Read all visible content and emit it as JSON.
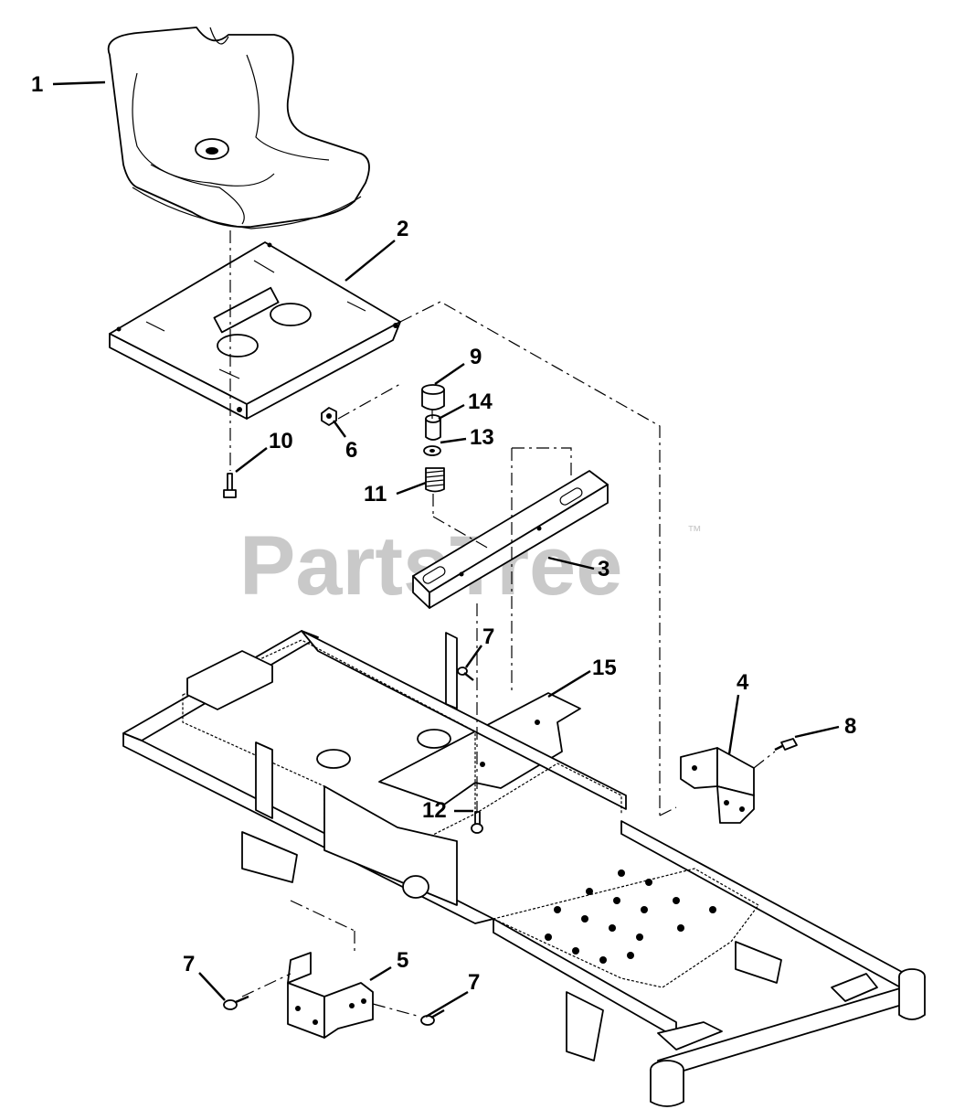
{
  "watermark": {
    "text": "PartsTree",
    "trademark": "™"
  },
  "callouts": [
    {
      "id": "c1",
      "label": "1"
    },
    {
      "id": "c2",
      "label": "2"
    },
    {
      "id": "c9",
      "label": "9"
    },
    {
      "id": "c14",
      "label": "14"
    },
    {
      "id": "c13",
      "label": "13"
    },
    {
      "id": "c10",
      "label": "10"
    },
    {
      "id": "c6",
      "label": "6"
    },
    {
      "id": "c11",
      "label": "11"
    },
    {
      "id": "c3",
      "label": "3"
    },
    {
      "id": "c7a",
      "label": "7"
    },
    {
      "id": "c15",
      "label": "15"
    },
    {
      "id": "c4",
      "label": "4"
    },
    {
      "id": "c8",
      "label": "8"
    },
    {
      "id": "c12",
      "label": "12"
    },
    {
      "id": "c7b",
      "label": "7"
    },
    {
      "id": "c5",
      "label": "5"
    },
    {
      "id": "c7c",
      "label": "7"
    }
  ],
  "colors": {
    "ink": "#000000",
    "watermark": "#c9c9c9",
    "background": "#ffffff"
  }
}
